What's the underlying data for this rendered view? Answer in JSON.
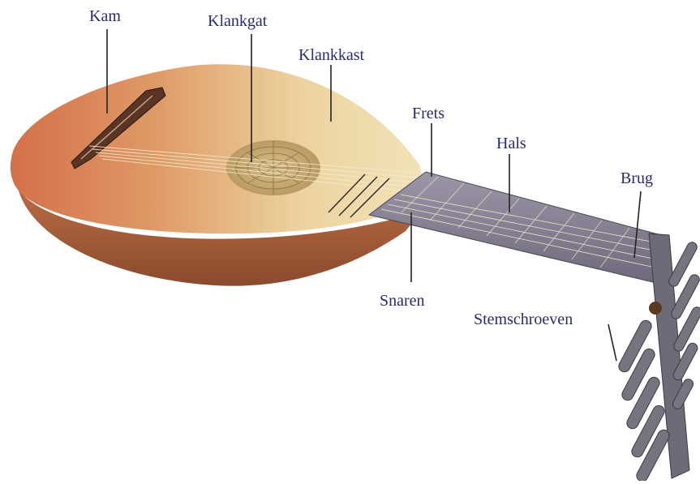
{
  "labels": {
    "kam": "Kam",
    "klankgat": "Klankgat",
    "klankkast": "Klankkast",
    "frets": "Frets",
    "hals": "Hals",
    "brug": "Brug",
    "snaren": "Snaren",
    "stemschroeven": "Stemschroeven"
  },
  "colors": {
    "label_text": "#2a2a6e",
    "leader_line": "#222222",
    "soundboard_light": "#eedcab",
    "soundboard_dark": "#d27a4e",
    "bowl": "#a8603c",
    "neck": "#8a8594",
    "pegbox": "#6e6a78",
    "rosette": "#c9b07a"
  }
}
